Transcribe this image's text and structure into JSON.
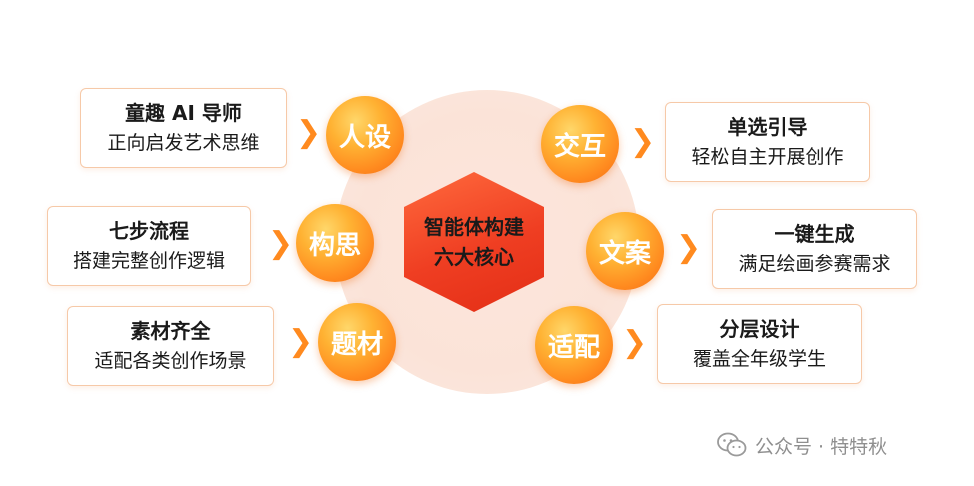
{
  "center": {
    "line1": "智能体构建",
    "line2": "六大核心"
  },
  "nodes": {
    "persona": "人设",
    "concept": "构思",
    "topic": "题材",
    "interaction": "交互",
    "copy": "文案",
    "adapt": "适配"
  },
  "cards": {
    "persona": {
      "title": "童趣 AI 导师",
      "desc": "正向启发艺术思维"
    },
    "concept": {
      "title": "七步流程",
      "desc": "搭建完整创作逻辑"
    },
    "topic": {
      "title": "素材齐全",
      "desc": "适配各类创作场景"
    },
    "interaction": {
      "title": "单选引导",
      "desc": "轻松自主开展创作"
    },
    "copy": {
      "title": "一键生成",
      "desc": "满足绘画参赛需求"
    },
    "adapt": {
      "title": "分层设计",
      "desc": "覆盖全年级学生"
    }
  },
  "arrow_glyphs": {
    "right": "❯"
  },
  "watermark": {
    "text": "公众号 · 特特秋",
    "icon": "wechat-icon"
  },
  "colors": {
    "accent": "#ff8a1f",
    "hexagon": "#ef3e22",
    "disc": "#fbe3d8",
    "card_border": "#f6c9a8"
  }
}
